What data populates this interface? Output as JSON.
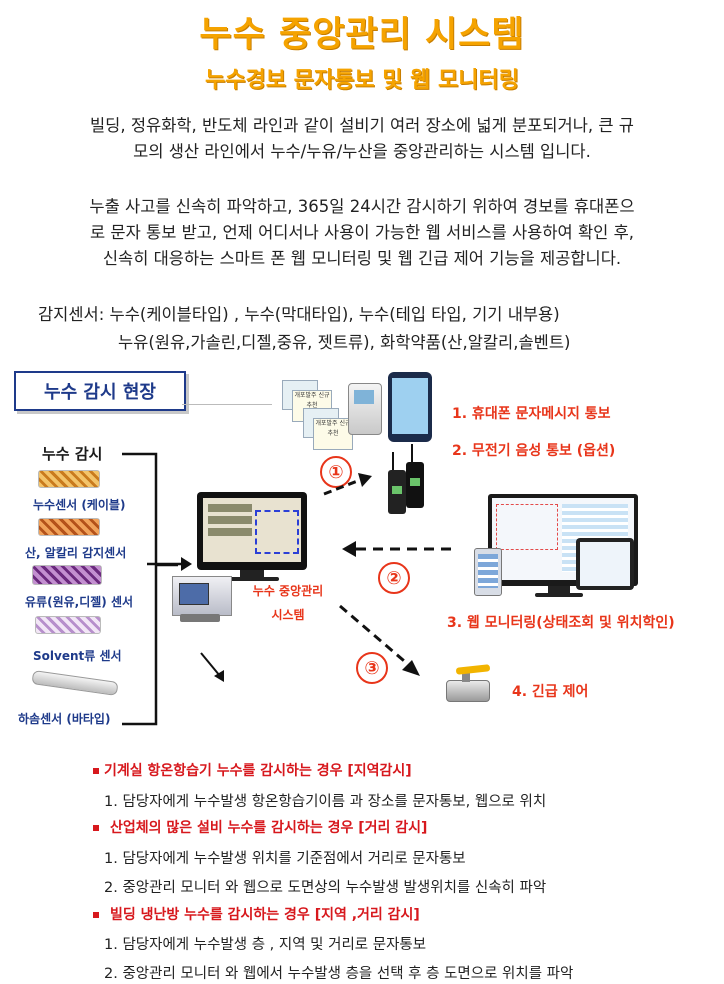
{
  "header": {
    "title": "누수 중앙관리 시스템",
    "subtitle": "누수경보 문자통보 및 웹 모니터링"
  },
  "intro": {
    "p1_line1": "빌딩, 정유화학, 반도체 라인과 같이 설비기 여러 장소에 넓게 분포되거나, 큰 규",
    "p1_line2": "모의 생산 라인에서 누수/누유/누산을 중앙관리하는 시스템 입니다.",
    "p2_line1": "누출 사고를 신속히 파악하고, 365일  24시간 감시하기 위하여 경보를 휴대폰으",
    "p2_line2": "로 문자 통보 받고, 언제 어디서나 사용이 가능한 웹 서비스를 사용하여 확인 후,",
    "p2_line3": "신속히 대응하는 스마트 폰 웹 모니터링 및 웹 긴급 제어 기능을 제공합니다."
  },
  "sensors": {
    "line1": "감지센서: 누수(케이블타입) , 누수(막대타입), 누수(테입 타입, 기기 내부용)",
    "line2": "누유(원유,가솔린,디젤,중유, 젯트류), 화학약품(산,알칼리,솔벤트)"
  },
  "diagram": {
    "site_label": "누수 감시 현장",
    "monitor_label": "누수 감시",
    "sensor_items": [
      {
        "label": "누수센서 (케이블)",
        "color": "#e8a23c"
      },
      {
        "label": "산, 알칼리 감지센서",
        "color": "#e07b2a"
      },
      {
        "label": "유류(원유,디젤) 센서",
        "color": "#a05ab0"
      },
      {
        "label": "Solvent류 센서",
        "color": "#c9a7d8"
      },
      {
        "label": "하솜센서 (바타입)",
        "color": "#d9d9d9"
      }
    ],
    "system_label_1": "누수 중앙관리",
    "system_label_2": "시스템",
    "step_1": "①",
    "step_2": "②",
    "step_3": "③",
    "notify_1": "1. 휴대폰 문자메시지  통보",
    "notify_2": "2. 무전기 음성 통보 (옵션)",
    "notify_3": "3. 웹 모니터링(상태조회 및 위치학인)",
    "notify_4": "4. 긴급 제어",
    "sms_card_text": "개포발주 신규추천"
  },
  "cases": [
    {
      "title": "기계실 항온항습기  누수를 감시하는 경우 [지역감시]",
      "items": [
        "1. 담당자에게 누수발생 항온항습기이름 과 장소를 문자통보, 웹으로 위치"
      ]
    },
    {
      "title": "산업체의 많은 설비 누수를 감시하는 경우 [거리 감시]",
      "items": [
        "1. 담당자에게 누수발생 위치를 기준점에서 거리로 문자통보",
        "2. 중앙관리 모니터 와 웹으로 도면상의 누수발생 발생위치를 신속히 파악"
      ]
    },
    {
      "title": "빌딩 냉난방 누수를 감시하는 경우 [지역 ,거리 감시]",
      "items": [
        "1. 담당자에게 누수발생 층 , 지역 및 거리로 문자통보",
        "2. 중앙관리 모니터 와 웹에서 누수발생 층을 선택 후 층 도면으로 위치를 파악"
      ]
    }
  ],
  "colors": {
    "title": "#f5a300",
    "accent_red": "#e8351a",
    "case_red": "#d7181d",
    "navy": "#1e3a8a"
  }
}
